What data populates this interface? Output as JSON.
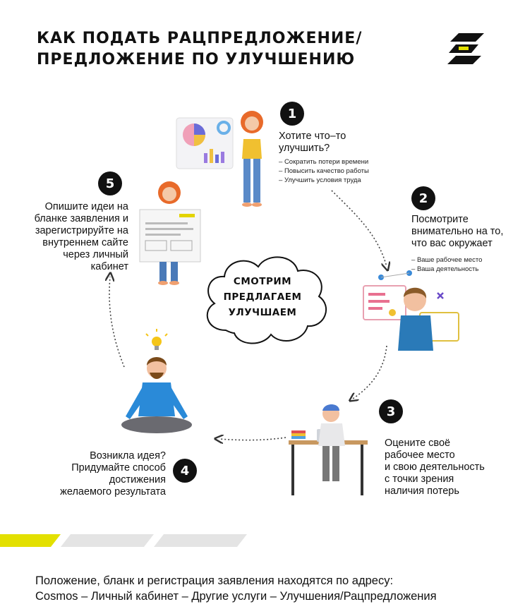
{
  "title": "КАК ПОДАТЬ РАЦПРЕДЛОЖЕНИЕ/\nПРЕДЛОЖЕНИЕ ПО УЛУЧШЕНИЮ",
  "cloud": {
    "line1": "СМОТРИМ",
    "line2": "ПРЕДЛАГАЕМ",
    "line3": "УЛУЧШАЕМ"
  },
  "steps": [
    {
      "number": "1",
      "text": "Хотите что–то\nулучшить?",
      "items": [
        "Сократить потери времени",
        "Повысить качество работы",
        "Улучшить условия труда"
      ]
    },
    {
      "number": "2",
      "text": "Посмотрите\nвнимательно на то,\nчто вас окружает",
      "items": [
        "Ваше рабочее место",
        "Ваша деятельность"
      ]
    },
    {
      "number": "3",
      "text": "Оцените своё\nрабочее место\nи свою деятельность\nс точки зрения\nналичия потерь"
    },
    {
      "number": "4",
      "text": "Возникла идея?\nПридумайте способ\nдостижения\nжелаемого результата"
    },
    {
      "number": "5",
      "text": "Опишите идеи на\nбланке заявления и\nзарегистрируйте на\nвнутреннем сайте\nчерез личный\nкабинет"
    }
  ],
  "footer": {
    "line1": "Положение, бланк и регистрация заявления находятся по адресу:",
    "line2": "Cosmos – Личный кабинет – Другие услуги – Улучшения/Рацпредложения"
  },
  "colors": {
    "accent": "#e3e000",
    "dark": "#111111",
    "stripe_gray": "#e4e4e4"
  },
  "icons": [
    "brand-logo",
    "idea-lightbulb-icon",
    "dotted-arrow"
  ]
}
